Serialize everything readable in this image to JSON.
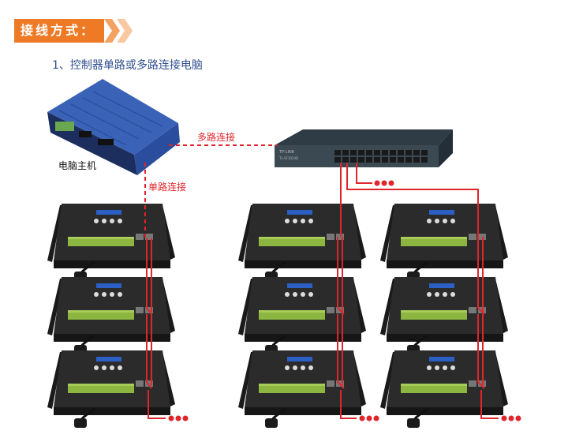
{
  "header": {
    "title": "接线方式："
  },
  "subtitle": "1、控制器单路或多路连接电脑",
  "labels": {
    "pc": "电脑主机",
    "multi": "多路连接",
    "single": "单路连接",
    "switch_brand": "TP-LINK",
    "switch_model": "TL-SF1024D"
  },
  "colors": {
    "accent": "#ee7a26",
    "link": "#e0252a",
    "subtitle": "#2f4f8f"
  }
}
